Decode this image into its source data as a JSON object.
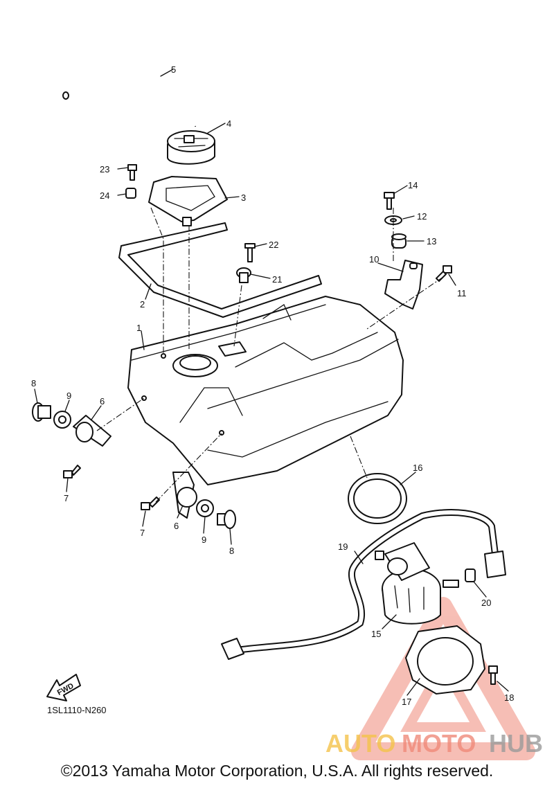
{
  "diagram": {
    "code": "1SL1110-N260",
    "fwd_label": "FWD",
    "callouts": {
      "n1": "1",
      "n2": "2",
      "n3": "3",
      "n4": "4",
      "n5": "5",
      "n6a": "6",
      "n6b": "6",
      "n7a": "7",
      "n7b": "7",
      "n8a": "8",
      "n8b": "8",
      "n9a": "9",
      "n9b": "9",
      "n10": "10",
      "n11": "11",
      "n12": "12",
      "n13": "13",
      "n14": "14",
      "n15": "15",
      "n16": "16",
      "n17": "17",
      "n18": "18",
      "n19": "19",
      "n20": "20",
      "n21": "21",
      "n22": "22",
      "n23": "23",
      "n24": "24"
    }
  },
  "watermark": {
    "auto": "AUTO",
    "moto": "MOTO",
    "hub": "HUB",
    "color_red": "#f08a7a",
    "color_yellow": "#f4c34a"
  },
  "footer": {
    "copyright": "©2013 Yamaha Motor Corporation, U.S.A. All rights reserved."
  }
}
